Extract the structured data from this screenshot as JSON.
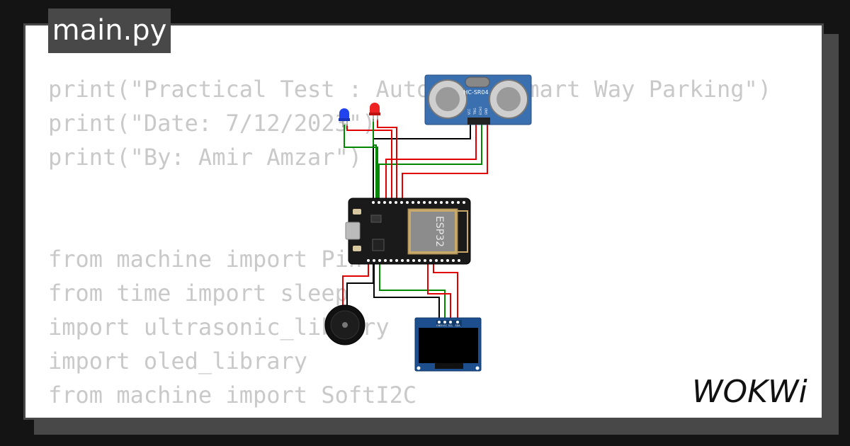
{
  "editor": {
    "tab_label": "main.py",
    "code_lines": [
      "print(\"Practical Test : Automatic Smart Way Parking\")",
      "print(\"Date: 7/12/2023\")",
      "print(\"By: Amir Amzar\")",
      "",
      "",
      "from machine import Pin",
      "from time import sleep",
      "import ultrasonic_library",
      "import oled_library",
      "from machine import SoftI2C"
    ]
  },
  "diagram": {
    "ultrasonic": {
      "label": "HC-SR04",
      "pins": [
        "VCC",
        "TRIG",
        "ECHO",
        "GND"
      ]
    },
    "esp32": {
      "label": "ESP32"
    },
    "oled": {
      "pins": [
        "GND",
        "VCC",
        "SCL",
        "SDA"
      ]
    },
    "leds": [
      {
        "color": "#2244ee"
      },
      {
        "color": "#ee2222"
      }
    ],
    "buzzer": {},
    "wire_colors": {
      "black": "#000000",
      "red": "#e00000",
      "green": "#008800"
    }
  },
  "brand": {
    "logo_text": "WOKWi"
  },
  "colors": {
    "page_bg": "#141414",
    "frame": "#484848",
    "code_text": "#c9c9c9",
    "board_black": "#1a1a1a",
    "sensor_blue": "#3a6fb0",
    "oled_blue": "#1d4f8f"
  }
}
